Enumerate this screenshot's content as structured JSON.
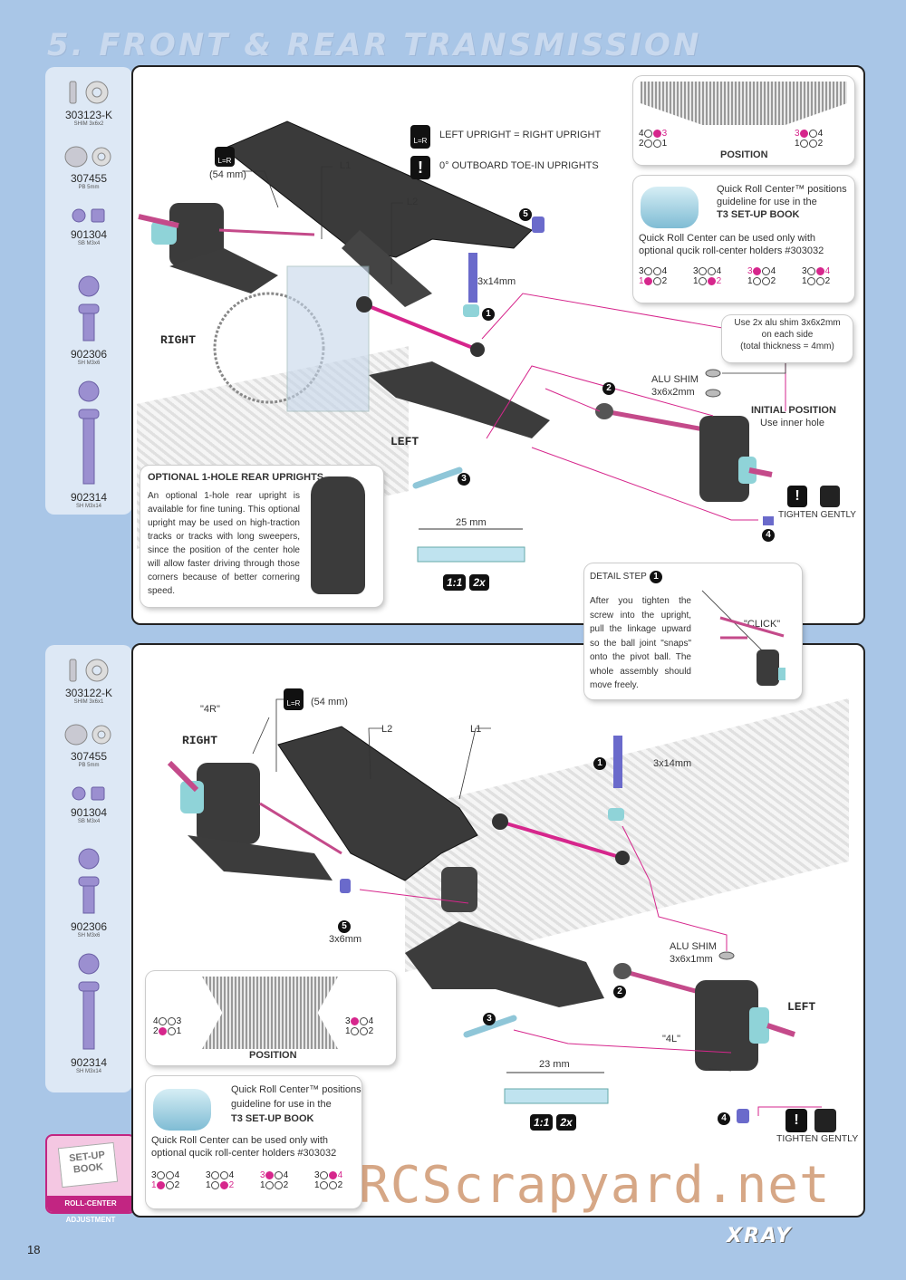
{
  "page": {
    "title": "5. FRONT & REAR TRANSMISSION",
    "number": "18",
    "brand": "XRAY",
    "watermark": "RCScrapyard.net"
  },
  "colors": {
    "background": "#a9c6e7",
    "accent": "#d6268c",
    "parts_panel": "#dde8f5"
  },
  "top_parts": [
    {
      "code": "303123-K",
      "desc": "SHIM 3x6x2",
      "icon": "shim-icon"
    },
    {
      "code": "307455",
      "desc": "PB 5mm",
      "icon": "pivot-ball-icon"
    },
    {
      "code": "901304",
      "desc": "SB M3x4",
      "icon": "set-screw-icon"
    },
    {
      "code": "902306",
      "desc": "SH M3x6",
      "icon": "screw-icon"
    },
    {
      "code": "902314",
      "desc": "SH M3x14",
      "icon": "screw-long-icon"
    }
  ],
  "bottom_parts": [
    {
      "code": "303122-K",
      "desc": "SHIM 3x6x1",
      "icon": "shim-icon"
    },
    {
      "code": "307455",
      "desc": "PB 5mm",
      "icon": "pivot-ball-icon"
    },
    {
      "code": "901304",
      "desc": "SB M3x4",
      "icon": "set-screw-icon"
    },
    {
      "code": "902306",
      "desc": "SH M3x6",
      "icon": "screw-icon"
    },
    {
      "code": "902314",
      "desc": "SH M3x14",
      "icon": "screw-long-icon"
    }
  ],
  "top": {
    "legend1": "LEFT UPRIGHT = RIGHT UPRIGHT",
    "legend2": "0° OUTBOARD TOE-IN UPRIGHTS",
    "lr_icon": "L=R",
    "len54": "(54 mm)",
    "l1": "L1",
    "l2": "L2",
    "right": "RIGHT",
    "left": "LEFT",
    "screw_len": "3x14mm",
    "alu_shim": "ALU SHIM\n3x6x2mm",
    "shim_note": "Use 2x alu shim 3x6x2mm\non each side\n(total thickness = 4mm)",
    "initial_position": "INITIAL POSITION",
    "use_inner": "Use inner hole",
    "tighten": "TIGHTEN GENTLY",
    "bar_len": "25 mm",
    "scale1": "1:1",
    "scale2": "2x",
    "position": "POSITION",
    "pos_left_nums": [
      "4",
      "3",
      "2",
      "1"
    ],
    "pos_right_nums": [
      "3",
      "4",
      "1",
      "2"
    ],
    "qrc_line1": "Quick Roll Center™ positions",
    "qrc_line2": "guideline for use in the",
    "qrc_book": "T3 SET-UP BOOK",
    "qrc_note": "Quick Roll Center can be used only with optional qucik roll-center holders #303032",
    "optional_title": "OPTIONAL 1-HOLE REAR UPRIGHTS",
    "optional_text": "An optional 1-hole rear upright is available for fine tuning. This optional upright may be used on high-traction tracks or tracks with long sweepers, since the position of the center hole will allow faster driving through those corners because of better cornering speed.",
    "detail_title": "DETAIL STEP",
    "detail_text": "After you tighten the screw into the upright, pull the linkage upward so the ball joint \"snaps\" onto the pivot ball. The whole assembly should move freely.",
    "click": "\"CLICK\""
  },
  "bottom": {
    "r4": "\"4R\"",
    "l4": "\"4L\"",
    "lr_icon": "L=R",
    "len54": "(54 mm)",
    "l1": "L1",
    "l2": "L2",
    "right": "RIGHT",
    "left": "LEFT",
    "screw_len": "3x14mm",
    "screw5_len": "3x6mm",
    "alu_shim": "ALU SHIM\n3x6x1mm",
    "tighten": "TIGHTEN GENTLY",
    "bar_len": "23 mm",
    "scale1": "1:1",
    "scale2": "2x",
    "position": "POSITION",
    "qrc_line1": "Quick Roll Center™ positions",
    "qrc_line2": "guideline for use in the",
    "qrc_book": "T3 SET-UP BOOK",
    "qrc_note": "Quick Roll Center can be used only with optional qucik roll-center holders #303032",
    "setup_book": "SET-UP BOOK",
    "roll_center": "ROLL-CENTER ADJUSTMENT"
  }
}
